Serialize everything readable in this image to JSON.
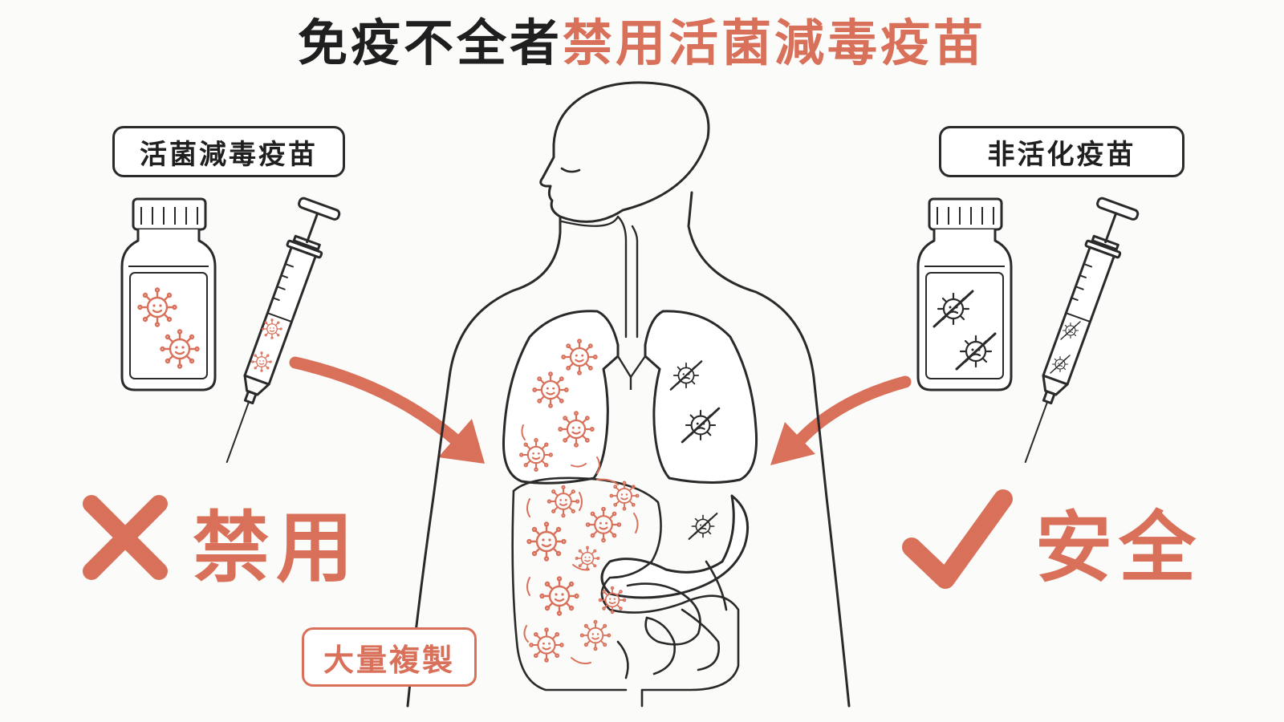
{
  "title": {
    "part_dark": "免疫不全者",
    "part_accent": "禁用活菌減毒疫苗"
  },
  "left_panel": {
    "label": "活菌減毒疫苗",
    "verdict": "禁用",
    "verdict_icon": "cross-icon"
  },
  "right_panel": {
    "label": "非活化疫苗",
    "verdict": "安全",
    "verdict_icon": "check-icon"
  },
  "body_callout": {
    "label": "大量複製"
  },
  "colors": {
    "accent": "#d9705a",
    "ink": "#2a2a2a",
    "background": "#fbfbfa"
  }
}
